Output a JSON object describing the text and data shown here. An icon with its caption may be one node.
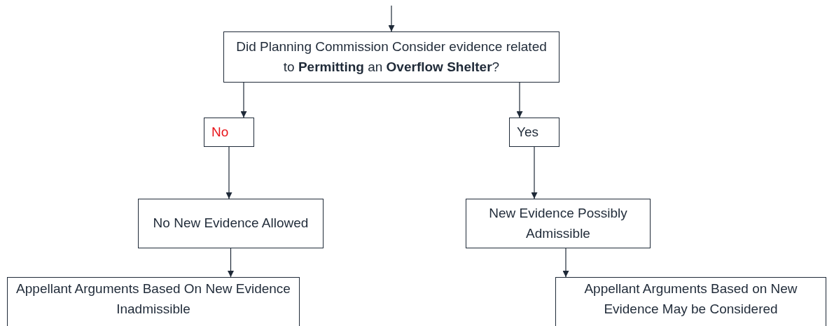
{
  "diagram": {
    "nodes": [
      {
        "text": [
          "Did Planning Commission Consider evidence related to **Permitting** an **Overflow Shelter**?"
        ]
      },
      {
        "text": [
          "No"
        ]
      },
      {
        "text": [
          "Yes"
        ]
      },
      {
        "text": [
          "No New Evidence Allowed"
        ]
      },
      {
        "text": [
          "New Evidence Possibly Admissible"
        ]
      },
      {
        "text": [
          "Appellant Arguments Based On New Evidence Inadmissible"
        ]
      },
      {
        "text": [
          "Appellant Arguments Based on New Evidence May be Considered"
        ]
      }
    ],
    "edges": [
      {
        "from": null,
        "to": 0,
        "arrow": "to"
      },
      {
        "from": 0,
        "to": 1,
        "arrow": "to"
      },
      {
        "from": 0,
        "to": 2,
        "arrow": "to"
      },
      {
        "from": 1,
        "to": 3,
        "arrow": "to"
      },
      {
        "from": 2,
        "to": 4,
        "arrow": "to"
      },
      {
        "from": 3,
        "to": 5,
        "arrow": "to"
      },
      {
        "from": 4,
        "to": 6,
        "arrow": "to"
      }
    ]
  }
}
